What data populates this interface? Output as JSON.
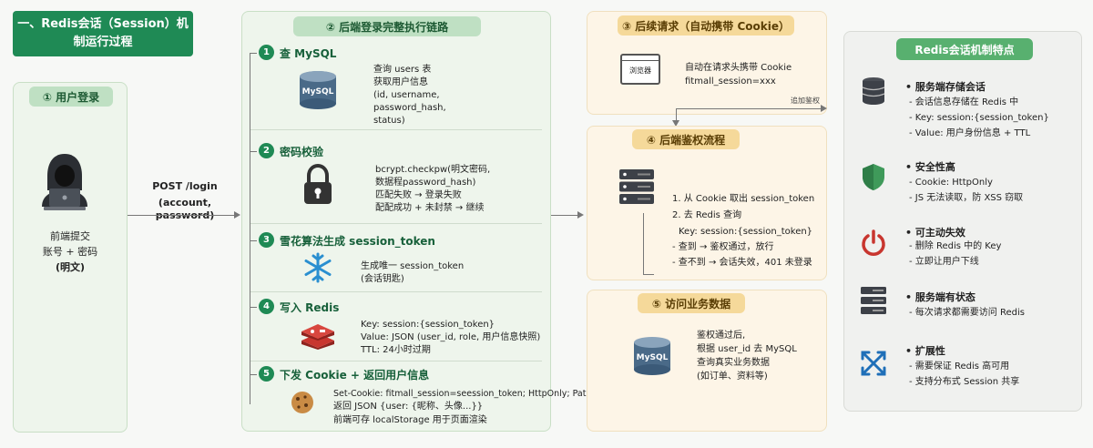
{
  "main_title": "一、Redis会话（Session）机制运行过程",
  "login": {
    "header": "① 用户登录",
    "caption_line1": "前端提交",
    "caption_line2": "账号 + 密码",
    "caption_line3": "(明文)",
    "request_line1": "POST /login",
    "request_line2": "(account, password)"
  },
  "backend": {
    "header": "② 后端登录完整执行链路",
    "steps": [
      {
        "num": "1",
        "title": "查 MySQL",
        "icon_label": "MySQL",
        "lines": [
          "查询 users 表",
          "获取用户信息",
          "(id, username,",
          "password_hash,",
          "status)"
        ]
      },
      {
        "num": "2",
        "title": "密码校验",
        "lines": [
          "bcrypt.checkpw(明文密码,",
          "数据程password_hash)",
          "匹配失败 → 登录失败",
          "配配成功 + 未封禁 → 继续"
        ]
      },
      {
        "num": "3",
        "title": "雪花算法生成 session_token",
        "lines": [
          "生成唯一 session_token",
          "(会话钥匙)"
        ]
      },
      {
        "num": "4",
        "title": "写入 Redis",
        "lines": [
          "Key: session:{session_token}",
          "Value: JSON (user_id, role, 用户信息快照)",
          "TTL: 24小时过期"
        ]
      },
      {
        "num": "5",
        "title": "下发 Cookie + 返回用户信息",
        "lines": [
          "Set-Cookie: fitmall_session=seession_token; HttpOnly; Path=/;",
          "返回 JSON {user: {昵称、头像...}}",
          "前端可存 localStorage 用于页面渲染"
        ]
      }
    ]
  },
  "followup": {
    "header": "③ 后续请求（自动携带 Cookie）",
    "browser_label": "浏览器",
    "line1": "自动在请求头携带 Cookie",
    "line2": "fitmall_session=xxx",
    "arrow_label": "追加鉴权"
  },
  "auth": {
    "header": "④ 后端鉴权流程",
    "lines": [
      "1. 从 Cookie 取出 session_token",
      "2. 去 Redis 查询",
      "Key: session:{session_token}",
      "- 查到 → 鉴权通过，放行",
      "- 查不到 → 会话失效，401 未登录"
    ]
  },
  "business": {
    "header": "⑤ 访问业务数据",
    "icon_label": "MySQL",
    "lines": [
      "鉴权通过后,",
      "根据 user_id 去 MySQL",
      "查询真实业务数据",
      "(如订单、资料等)"
    ]
  },
  "features": {
    "header": "Redis会话机制特点",
    "items": [
      {
        "title": "服务端存储会话",
        "lines": [
          "- 会话信息存储在 Redis 中",
          "- Key: session:{session_token}",
          "- Value: 用户身份信息 + TTL"
        ]
      },
      {
        "title": "安全性高",
        "lines": [
          "- Cookie: HttpOnly",
          "- JS 无法读取，防 XSS 窃取"
        ]
      },
      {
        "title": "可主动失效",
        "lines": [
          "- 删除 Redis 中的 Key",
          "- 立即让用户下线"
        ]
      },
      {
        "title": "服务端有状态",
        "lines": [
          "- 每次请求都需要访问 Redis"
        ]
      },
      {
        "title": "扩展性",
        "lines": [
          "- 需要保证 Redis 高可用",
          "- 支持分布式 Session 共享"
        ]
      }
    ]
  },
  "colors": {
    "accent_green": "#1f8a55",
    "redis_red": "#c8362f",
    "mysql_blue": "#2f5f85"
  }
}
